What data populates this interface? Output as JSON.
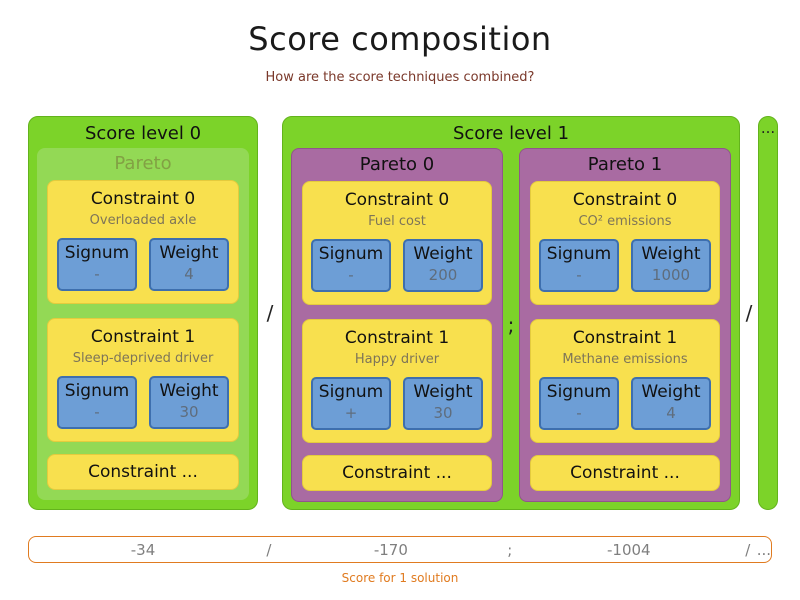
{
  "header": {
    "title": "Score composition",
    "subtitle": "How are the score techniques combined?"
  },
  "level0": {
    "label": "Score level 0",
    "pareto": {
      "label": "Pareto",
      "constraints": [
        {
          "title": "Constraint 0",
          "subtitle": "Overloaded axle",
          "signum_label": "Signum",
          "signum_value": "-",
          "weight_label": "Weight",
          "weight_value": "4"
        },
        {
          "title": "Constraint 1",
          "subtitle": "Sleep-deprived driver",
          "signum_label": "Signum",
          "signum_value": "-",
          "weight_label": "Weight",
          "weight_value": "30"
        },
        {
          "title": "Constraint ..."
        }
      ]
    }
  },
  "level1": {
    "label": "Score level 1",
    "paretos": [
      {
        "label": "Pareto 0",
        "constraints": [
          {
            "title": "Constraint 0",
            "subtitle": "Fuel cost",
            "signum_label": "Signum",
            "signum_value": "-",
            "weight_label": "Weight",
            "weight_value": "200"
          },
          {
            "title": "Constraint 1",
            "subtitle": "Happy driver",
            "signum_label": "Signum",
            "signum_value": "+",
            "weight_label": "Weight",
            "weight_value": "30"
          },
          {
            "title": "Constraint ..."
          }
        ]
      },
      {
        "label": "Pareto 1",
        "constraints": [
          {
            "title": "Constraint 0",
            "subtitle": "CO² emissions",
            "signum_label": "Signum",
            "signum_value": "-",
            "weight_label": "Weight",
            "weight_value": "1000"
          },
          {
            "title": "Constraint 1",
            "subtitle": "Methane emissions",
            "signum_label": "Signum",
            "signum_value": "-",
            "weight_label": "Weight",
            "weight_value": "4"
          },
          {
            "title": "Constraint ..."
          }
        ]
      }
    ]
  },
  "separators": {
    "level0_level1": "/",
    "pareto0_pareto1": ";",
    "level1_more": "/",
    "more_levels": "..."
  },
  "score_bar": {
    "v0": "-34",
    "sep1": "/",
    "v1": "-170",
    "sep2": ";",
    "v2": "-1004",
    "sep3": "/",
    "more": "...",
    "caption": "Score for 1 solution"
  },
  "colors": {
    "level_green": "#7cd329",
    "pareto_inner_green": "#93d955",
    "pareto_purple": "#a96ba2",
    "constraint_yellow": "#f8e04e",
    "signum_weight_blue": "#6d9ed6",
    "score_bar_orange": "#e07b20",
    "subtitle_brown": "#7a382a"
  }
}
